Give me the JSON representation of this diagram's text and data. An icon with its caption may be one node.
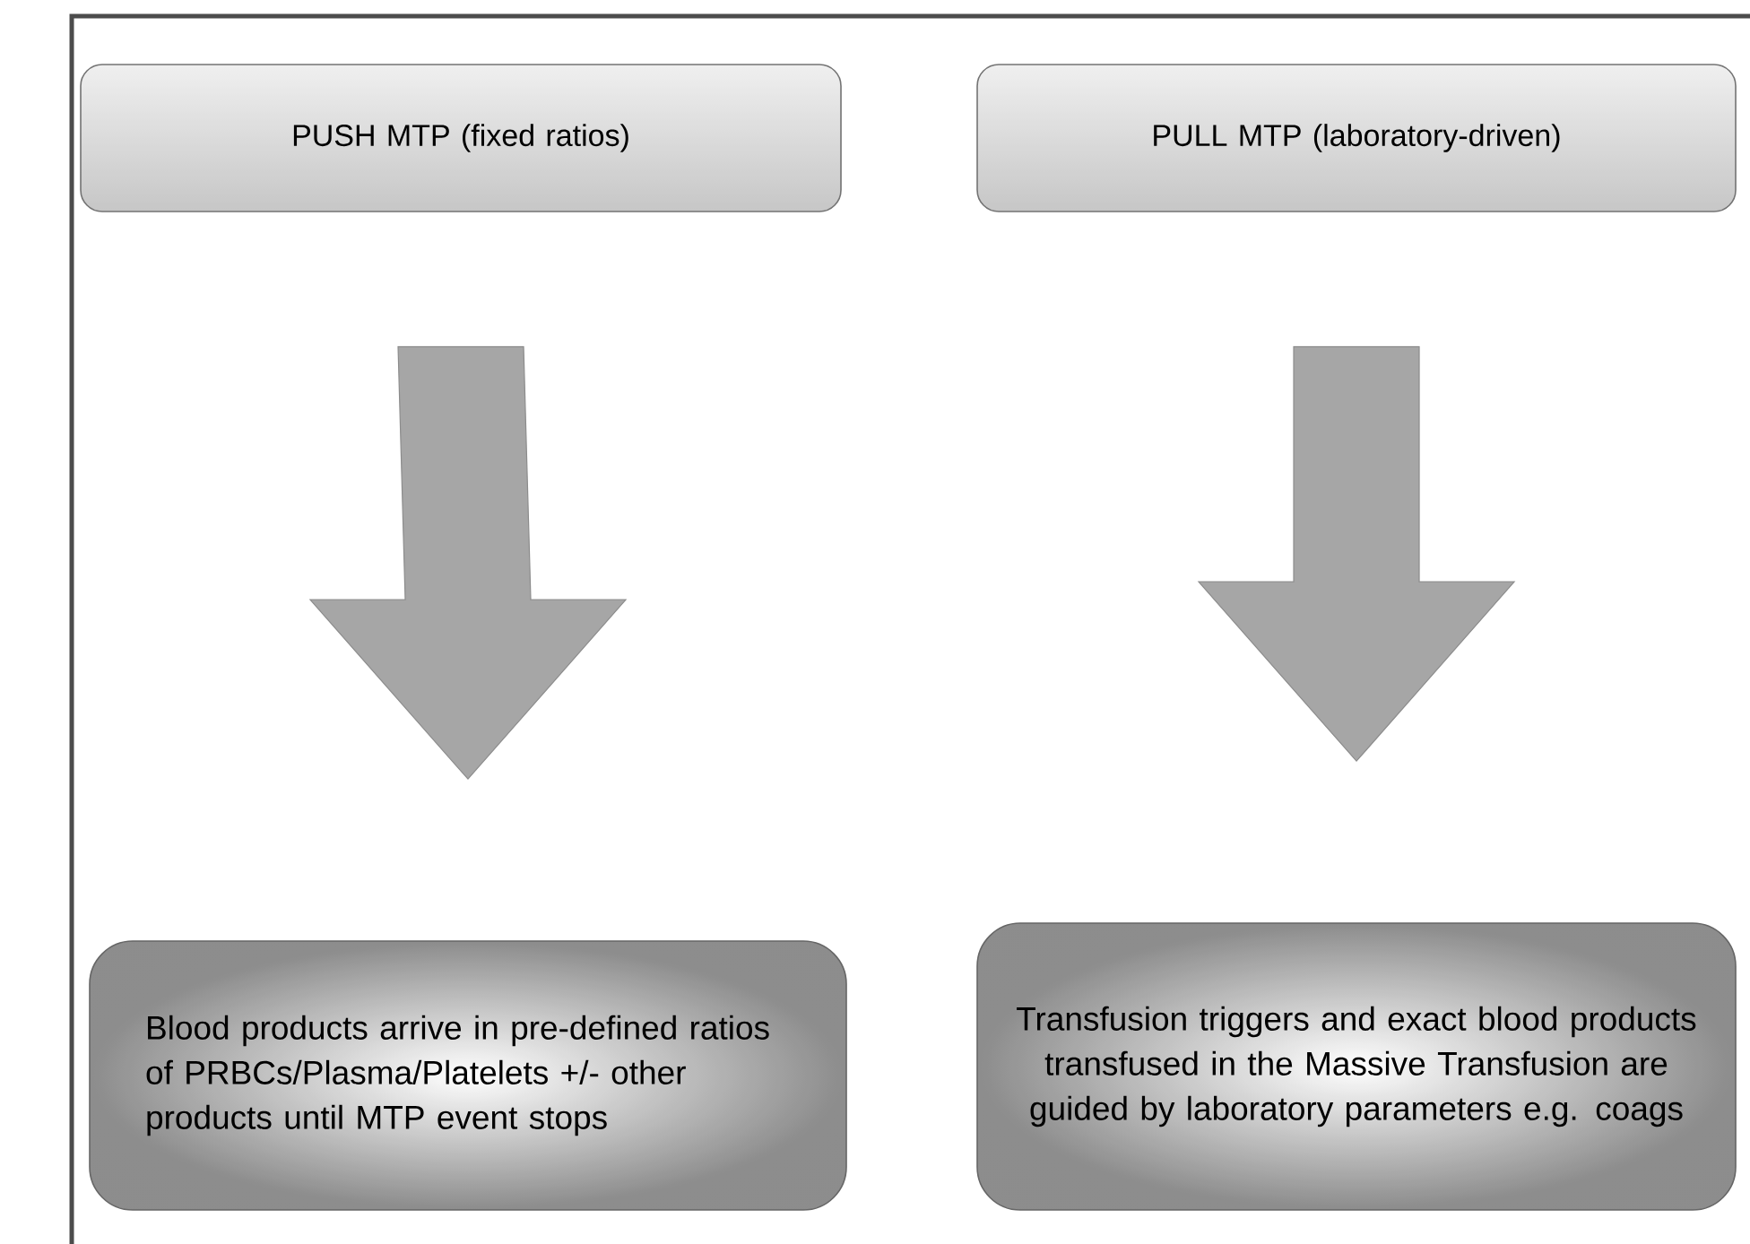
{
  "diagram": {
    "nodes": [
      {
        "text": [
          "PUSH MTP (fixed ratios)"
        ]
      },
      {
        "text": [
          "PULL MTP (laboratory-driven)"
        ]
      },
      {
        "text": [
          "Blood products arrive in pre-defined ratios of PRBCs/Plasma/Platelets +/- other products until MTP event stops"
        ]
      },
      {
        "text": [
          "Transfusion triggers and exact blood products transfused in the Massive Transfusion are guided by laboratory parameters e.g. coags"
        ]
      }
    ],
    "edges": [
      {
        "from": 0,
        "to": 2,
        "arrow": "to"
      },
      {
        "from": 1,
        "to": 3,
        "arrow": "to"
      }
    ]
  }
}
